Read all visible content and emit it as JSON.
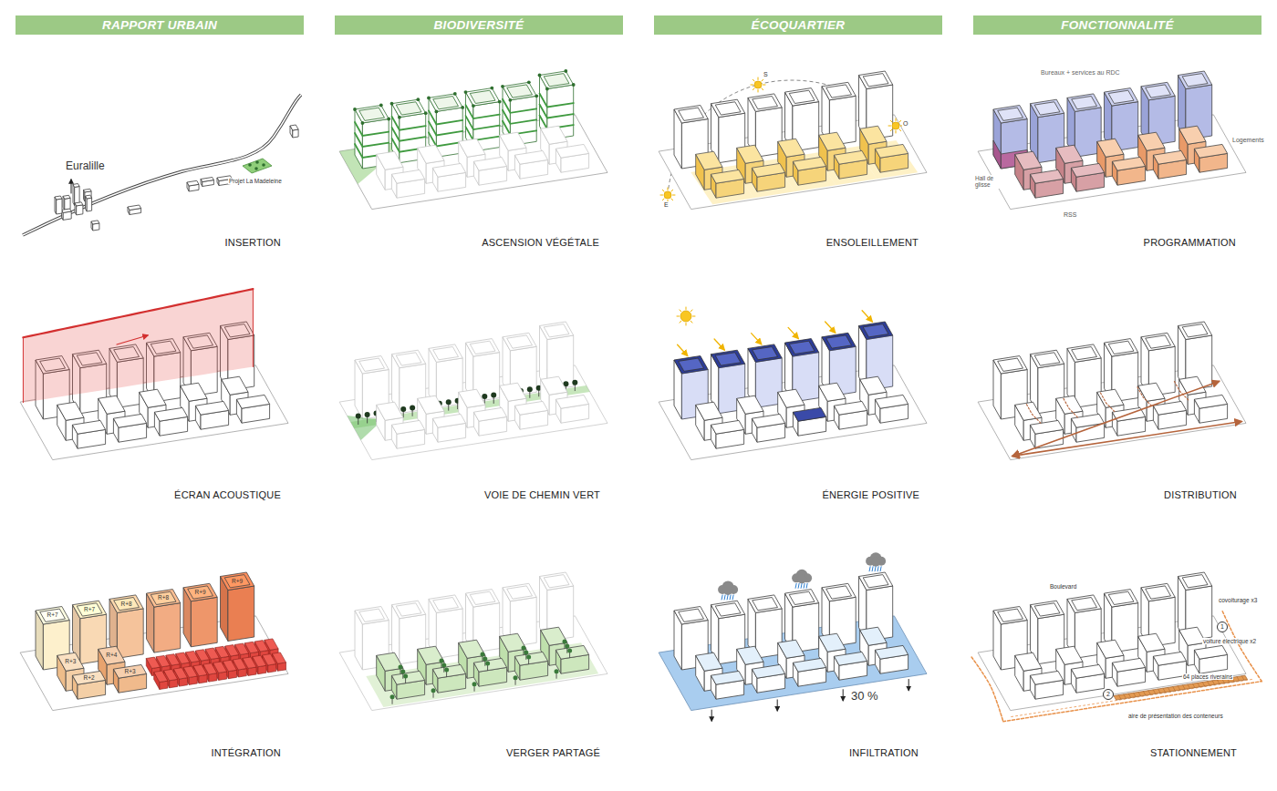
{
  "diagram": {
    "nodes": [
      {
        "text": [
          "RAPPORT URBAIN"
        ]
      },
      {
        "text": [
          "BIODIVERSITÉ"
        ]
      },
      {
        "text": [
          "ÉCOQUARTIER"
        ]
      },
      {
        "text": [
          "FONCTIONNALITÉ"
        ]
      }
    ],
    "labels": [
      "Euralille",
      "Projet La Madeleine",
      "INSERTION",
      "ASCENSION VÉGÉTALE",
      "S",
      "E",
      "O",
      "ENSOLEILLEMENT",
      "Bureaux + services au RDC",
      "Hall de glisse",
      "RSS",
      "Logements",
      "PROGRAMMATION",
      "ÉCRAN ACOUSTIQUE",
      "VOIE DE CHEMIN VERT",
      "ÉNERGIE POSITIVE",
      "DISTRIBUTION",
      "R+7",
      "R+7",
      "R+8",
      "R+8",
      "R+9",
      "R+9",
      "R+3",
      "R+2",
      "R+4",
      "R+3",
      "INTÉGRATION",
      "VERGER PARTAGÉ",
      "30 %",
      "INFILTRATION",
      "Boulevard",
      "covoiturage x3",
      "voiture électrique x2",
      "64 places riverains",
      "aire de présentation des conteneurs",
      "1",
      "2",
      "STATIONNEMENT"
    ]
  }
}
